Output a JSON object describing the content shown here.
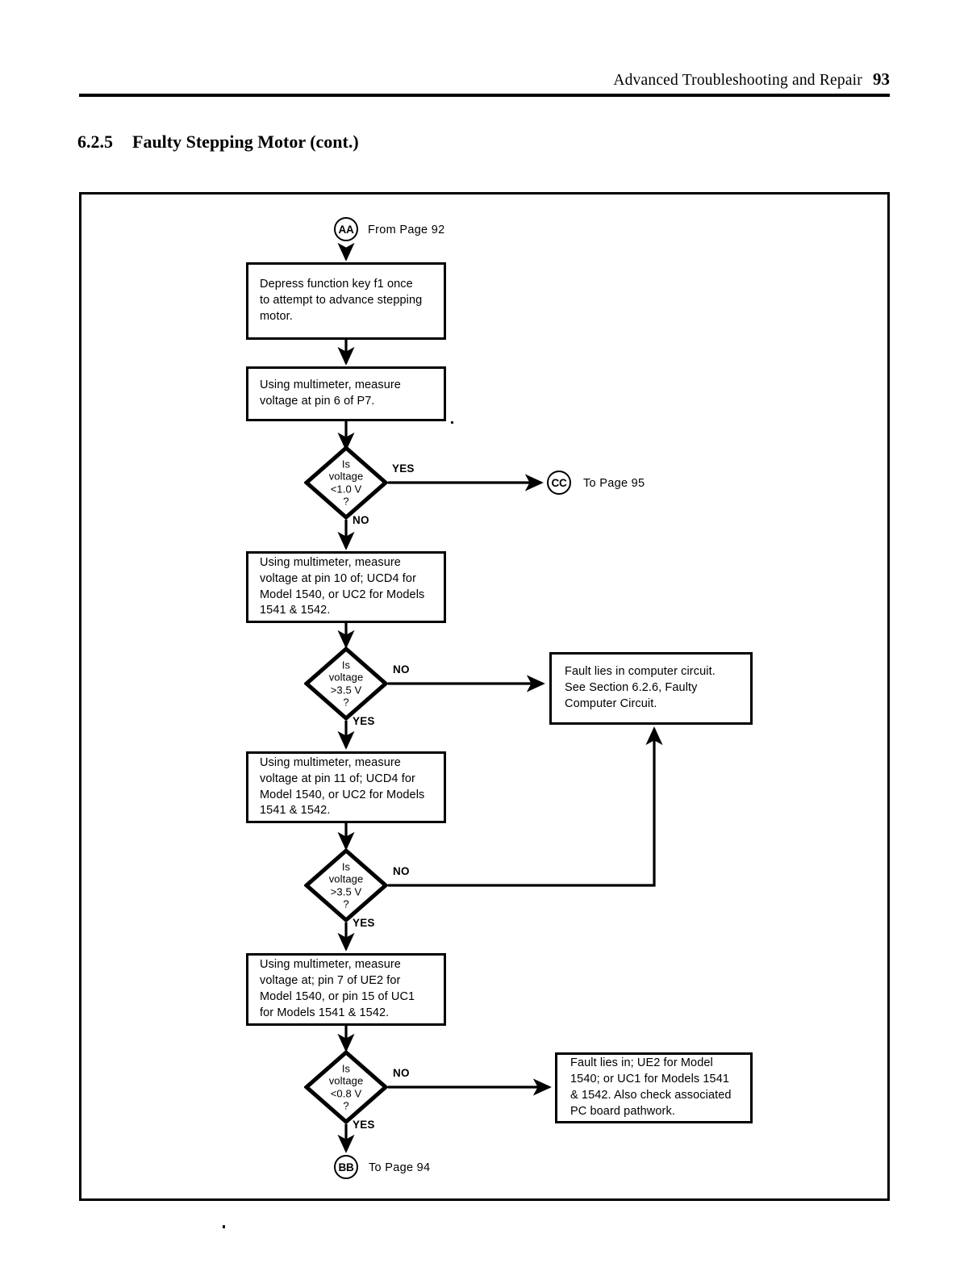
{
  "header": {
    "title": "Advanced Troubleshooting and Repair",
    "page_number": "93"
  },
  "section": {
    "number": "6.2.5",
    "title": "Faulty Stepping Motor (cont.)"
  },
  "flowchart": {
    "entry_connector": {
      "label": "AA",
      "caption": "From Page  92"
    },
    "exit_connectors": [
      {
        "label": "CC",
        "caption": "To Page  95"
      },
      {
        "label": "BB",
        "caption": "To Page  94"
      }
    ],
    "process_steps": [
      {
        "id": "step-depress-key",
        "text": "Depress function key f1 once\nto attempt to advance stepping\nmotor."
      },
      {
        "id": "step-measure-p7",
        "text": "Using multimeter, measure\nvoltage at pin 6 of P7."
      },
      {
        "id": "step-measure-pin10",
        "text": "Using multimeter, measure\nvoltage at pin 10 of; UCD4 for\nModel 1540, or UC2 for Models\n1541 & 1542."
      },
      {
        "id": "step-measure-pin11",
        "text": "Using multimeter, measure\nvoltage at pin 11 of; UCD4 for\nModel 1540, or UC2 for Models\n1541 & 1542."
      },
      {
        "id": "step-measure-ue2",
        "text": "Using multimeter, measure\nvoltage at; pin 7 of UE2 for\nModel 1540, or pin 15 of UC1\nfor Models 1541 & 1542."
      }
    ],
    "decisions": [
      {
        "id": "decision-under-1v",
        "text": "Is\nvoltage\n<1.0 V\n?",
        "yes_label": "YES",
        "no_label": "NO"
      },
      {
        "id": "decision-over-3_5v-a",
        "text": "Is\nvoltage\n>3.5 V\n?",
        "yes_label": "YES",
        "no_label": "NO"
      },
      {
        "id": "decision-over-3_5v-b",
        "text": "Is\nvoltage\n>3.5 V\n?",
        "yes_label": "YES",
        "no_label": "NO"
      },
      {
        "id": "decision-under-0_8v",
        "text": "Is\nvoltage\n<0.8 V\n?",
        "yes_label": "YES",
        "no_label": "NO"
      }
    ],
    "fault_boxes": [
      {
        "id": "fault-computer-circuit",
        "text": "Fault lies in computer circuit.\nSee Section 6.2.6, Faulty\nComputer Circuit."
      },
      {
        "id": "fault-ue2-uc1",
        "text": "Fault lies in; UE2 for Model\n1540; or UC1 for Models 1541\n& 1542.  Also check associated\nPC board pathwork."
      }
    ]
  },
  "colors": {
    "ink": "#000000",
    "paper": "#ffffff"
  }
}
